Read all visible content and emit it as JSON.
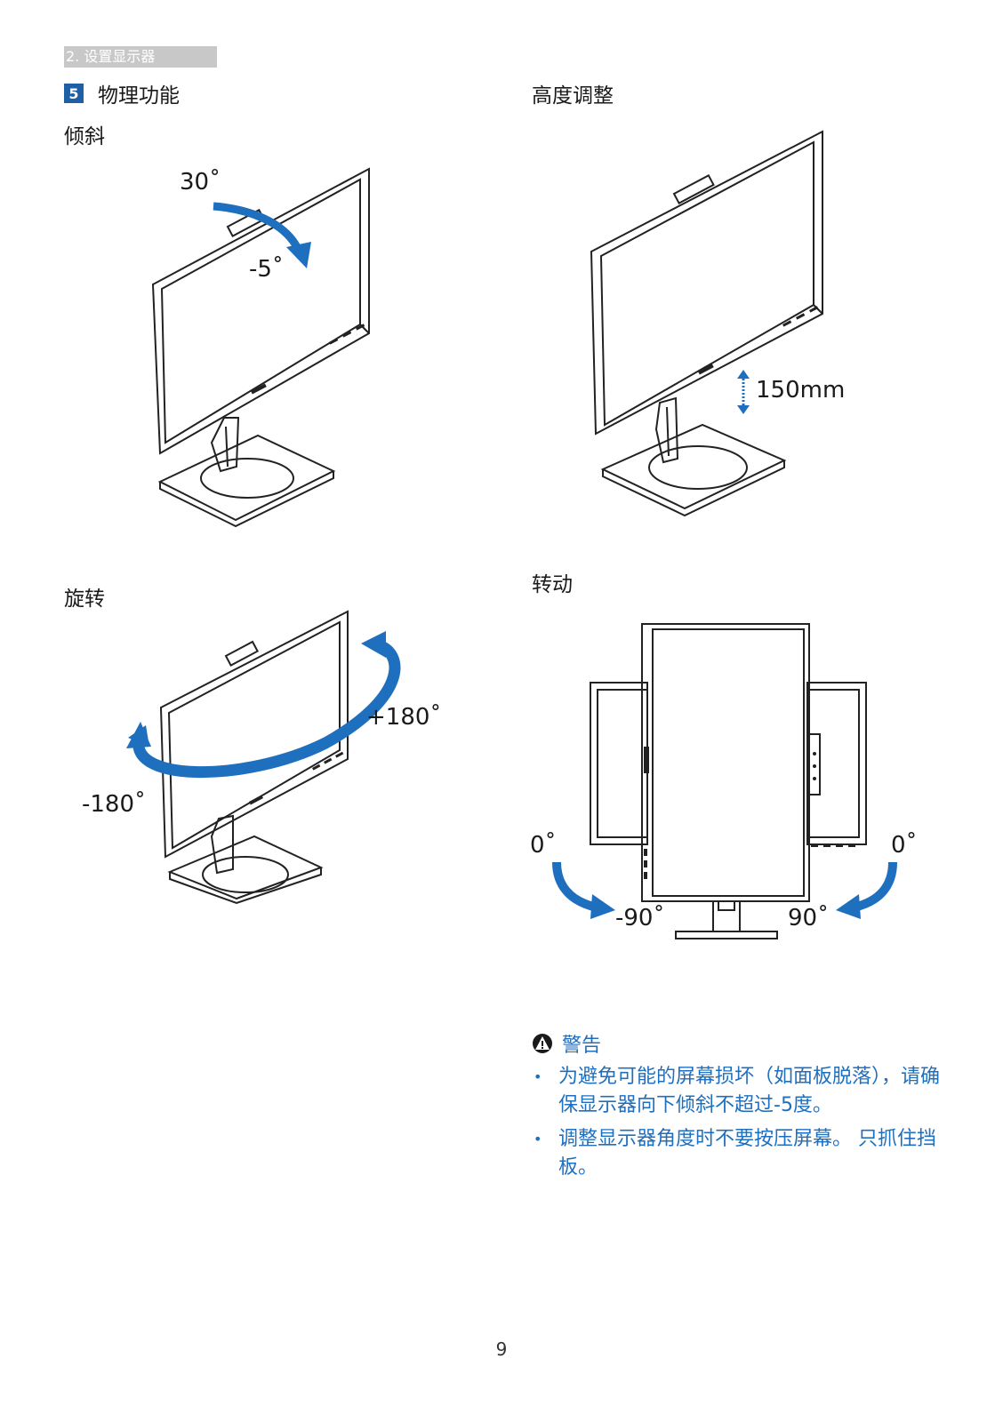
{
  "header": {
    "chapter": "2. 设置显示器"
  },
  "section": {
    "number": "5",
    "title": "物理功能"
  },
  "features": {
    "tilt": {
      "title": "倾斜",
      "up": "30˚",
      "down": "-5˚"
    },
    "height": {
      "title": "高度调整",
      "range": "150mm"
    },
    "swivel": {
      "title": "旋转",
      "right": "+180˚",
      "left": "-180˚"
    },
    "pivot": {
      "title": "转动",
      "left_start": "0˚",
      "right_start": "0˚",
      "left_end": "-90˚",
      "right_end": "90˚"
    }
  },
  "warning": {
    "title": "警告",
    "items": [
      "为避免可能的屏幕损坏（如面板脱落），请确保显示器向下倾斜不超过-5度。",
      "调整显示器角度时不要按压屏幕。 只抓住挡板。"
    ]
  },
  "page_number": "9",
  "colors": {
    "accent_blue": "#1f6fbf",
    "section_badge": "#1f5fa6",
    "tab_gray": "#c8c8c8"
  }
}
